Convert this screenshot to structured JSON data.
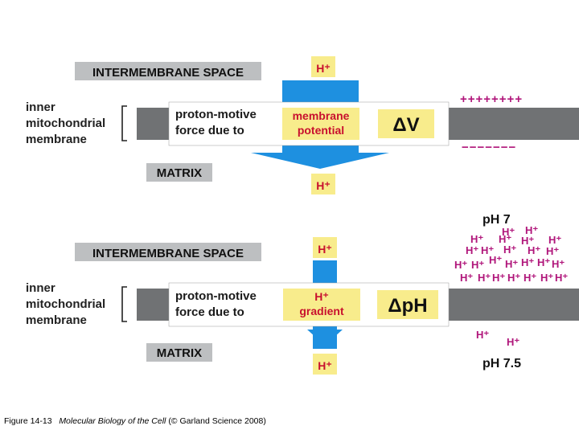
{
  "panel_top": {
    "space_label": "INTERMEMBRANE SPACE",
    "membrane_label": [
      "inner",
      "mitochondrial",
      "membrane"
    ],
    "force_label": [
      "proton-motive",
      "force due to"
    ],
    "component_label": [
      "membrane",
      "potential"
    ],
    "symbol": "ΔV",
    "matrix_label": "MATRIX",
    "proton_top": "H⁺",
    "proton_bottom": "H⁺",
    "plus_row": "++++++++",
    "minus_row": "−−−−−−−"
  },
  "panel_bottom": {
    "space_label": "INTERMEMBRANE SPACE",
    "membrane_label": [
      "inner",
      "mitochondrial",
      "membrane"
    ],
    "force_label": [
      "proton-motive",
      "force due to"
    ],
    "component_label": [
      "H⁺",
      "gradient"
    ],
    "symbol": "ΔpH",
    "matrix_label": "MATRIX",
    "proton_top": "H⁺",
    "proton_bottom": "H⁺",
    "ph_upper": "pH 7",
    "ph_lower": "pH 7.5",
    "proton_cluster": "H⁺",
    "proton_sparse": "H⁺"
  },
  "caption": {
    "figure": "Figure 14-13",
    "book": "Molecular Biology of the Cell",
    "credit": "(© Garland Science 2008)"
  },
  "colors": {
    "gray_box": "#bdbfc1",
    "membrane": "#707274",
    "blue_arrow": "#1e90e0",
    "yellow": "#f8ec8c",
    "red_text": "#c8102e",
    "magenta": "#b0157a"
  }
}
